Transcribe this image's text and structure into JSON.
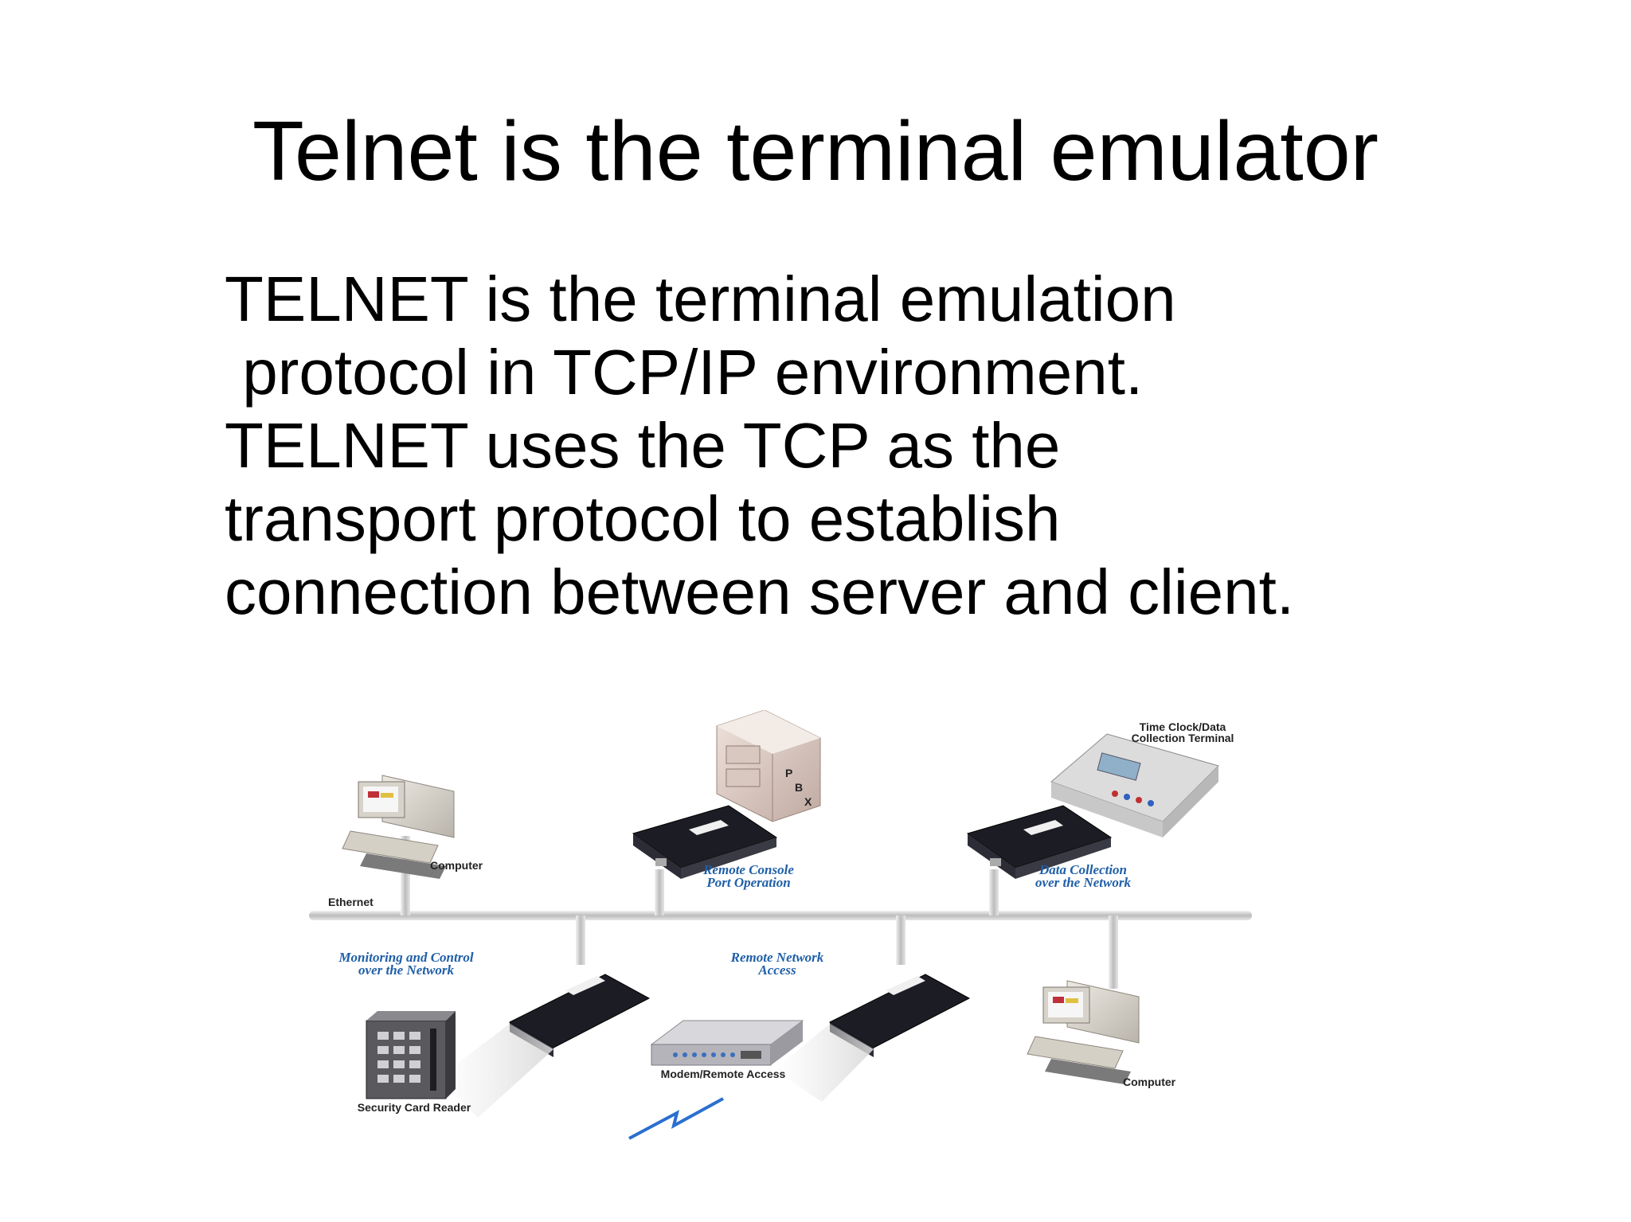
{
  "slide": {
    "title": "Telnet is the terminal emulator",
    "body_lines": [
      "TELNET is the terminal emulation",
      " protocol in TCP/IP environment.",
      "TELNET uses the TCP as the",
      "transport protocol to establish",
      "connection between server and client."
    ]
  },
  "diagram": {
    "labels": {
      "computer_top": "Computer",
      "ethernet": "Ethernet",
      "remote_console_1": "Remote Console",
      "remote_console_2": "Port Operation",
      "data_collection_1": "Data Collection",
      "data_collection_2": "over the Network",
      "time_clock_1": "Time Clock/Data",
      "time_clock_2": "Collection Terminal",
      "monitoring_1": "Monitoring and Control",
      "monitoring_2": "over the Network",
      "remote_network_1": "Remote Network",
      "remote_network_2": "Access",
      "modem": "Modem/Remote Access",
      "computer_bottom": "Computer",
      "security_reader": "Security Card Reader",
      "pbx_p": "P",
      "pbx_b": "B",
      "pbx_x": "X"
    },
    "colors": {
      "bus": "#c9c9c9",
      "device_body": "#1c1c24",
      "label_blue": "#1f5fa8"
    },
    "icons": [
      "computer-icon",
      "pbx-icon",
      "terminal-icon",
      "device-server-icon",
      "card-reader-icon",
      "modem-icon",
      "lightning-icon"
    ]
  }
}
